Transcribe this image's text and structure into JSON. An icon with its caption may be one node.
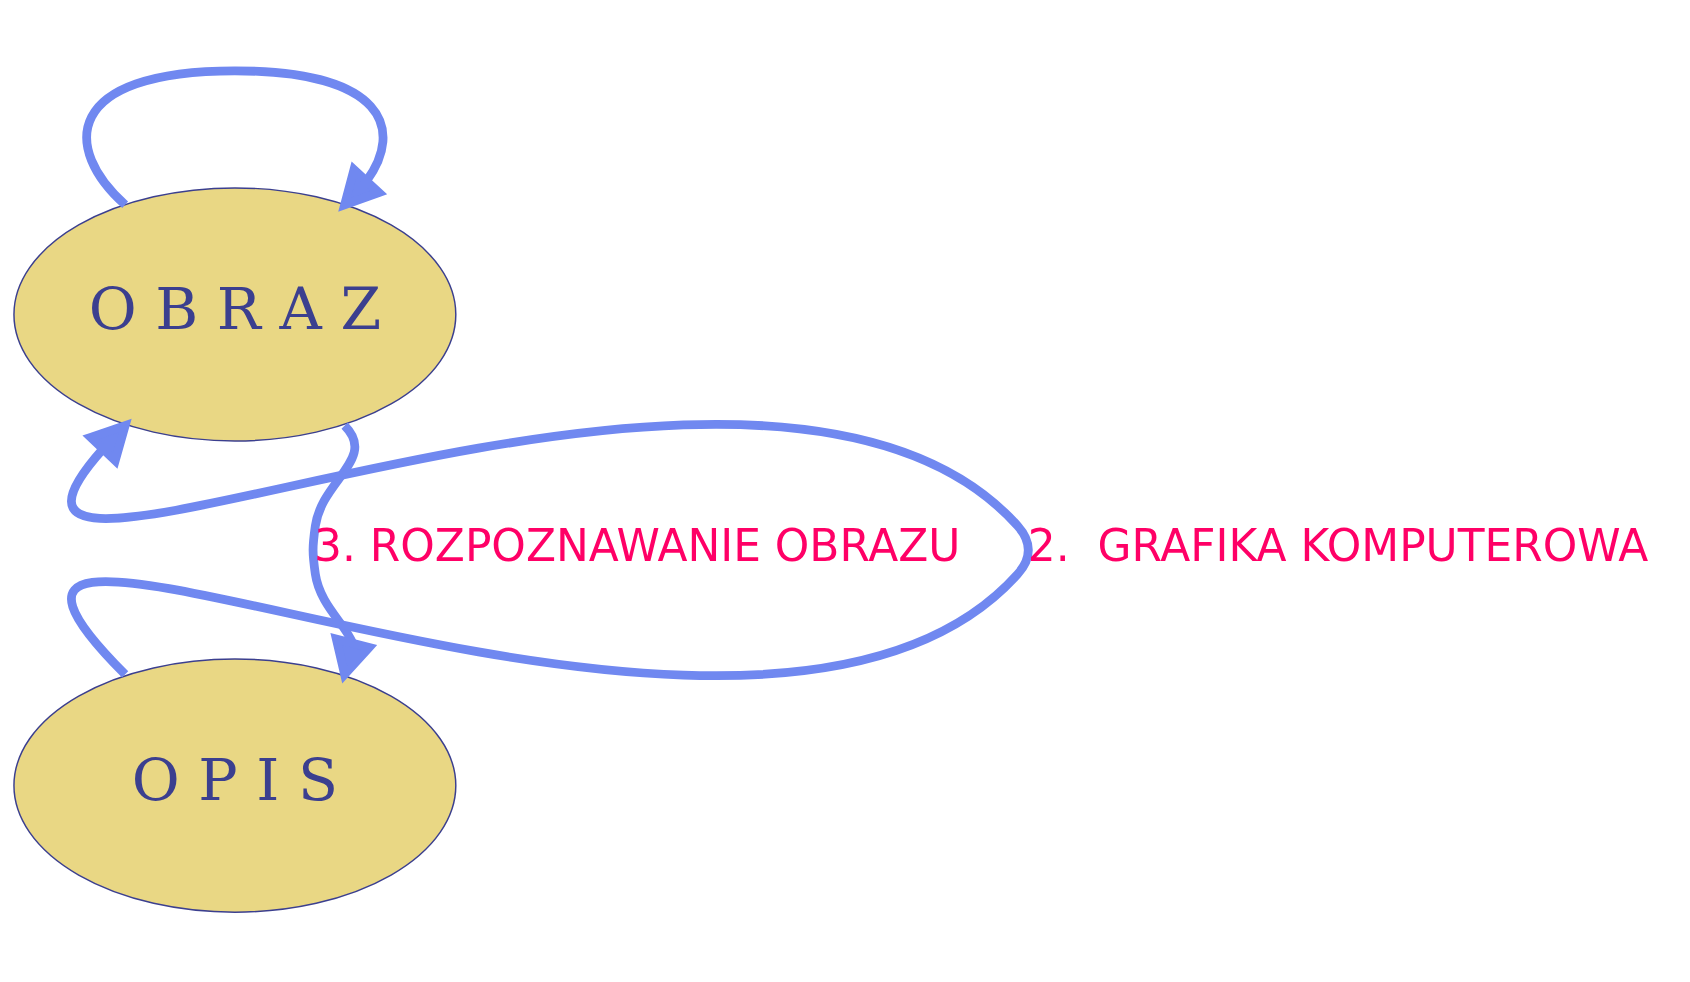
{
  "diagram": {
    "nodes": [
      {
        "text": [
          "O B R A Z"
        ]
      },
      {
        "text": [
          "O P I S"
        ]
      }
    ],
    "edges": [
      {
        "from": 0,
        "to": 0,
        "arrow": "to"
      },
      {
        "from": 1,
        "to": 0,
        "arrow": "to",
        "label": "2.  GRAFIKA KOMPUTEROWA"
      },
      {
        "from": 0,
        "to": 1,
        "arrow": "to",
        "label": "3. ROZPOZNAWANIE OBRAZU"
      }
    ]
  }
}
